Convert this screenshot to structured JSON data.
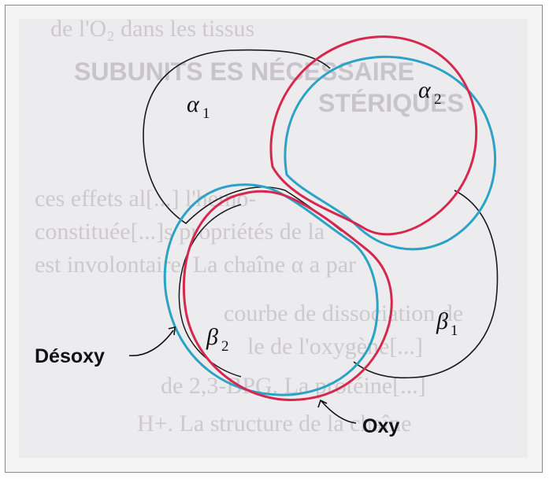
{
  "diagram": {
    "subunits": {
      "alpha1": {
        "symbol": "α",
        "subscript": "1"
      },
      "alpha2": {
        "symbol": "α",
        "subscript": "2"
      },
      "beta1": {
        "symbol": "β",
        "subscript": "1"
      },
      "beta2": {
        "symbol": "β",
        "subscript": "2"
      }
    },
    "states": {
      "deoxy": {
        "label": "Désoxy",
        "color": "#2ba3c4"
      },
      "oxy": {
        "label": "Oxy",
        "color": "#d6284f"
      }
    },
    "outline_color": "#1a1a1a"
  },
  "background_text": {
    "lines": [
      "de l'O₂ dans les tissus",
      "SUBUNITS ES NÉCESSAIRE",
      "STÉRIQUES",
      "ces effets al[...] l'hémo-",
      "constituée[...]s propriétés de la",
      "est involontaire. La chaîne α a par",
      "courbe de dissociation de",
      "le de l'oxygène[...]",
      "de 2,3-BPG. La protéine[...]",
      "H+. La structure de la chaîne"
    ]
  }
}
